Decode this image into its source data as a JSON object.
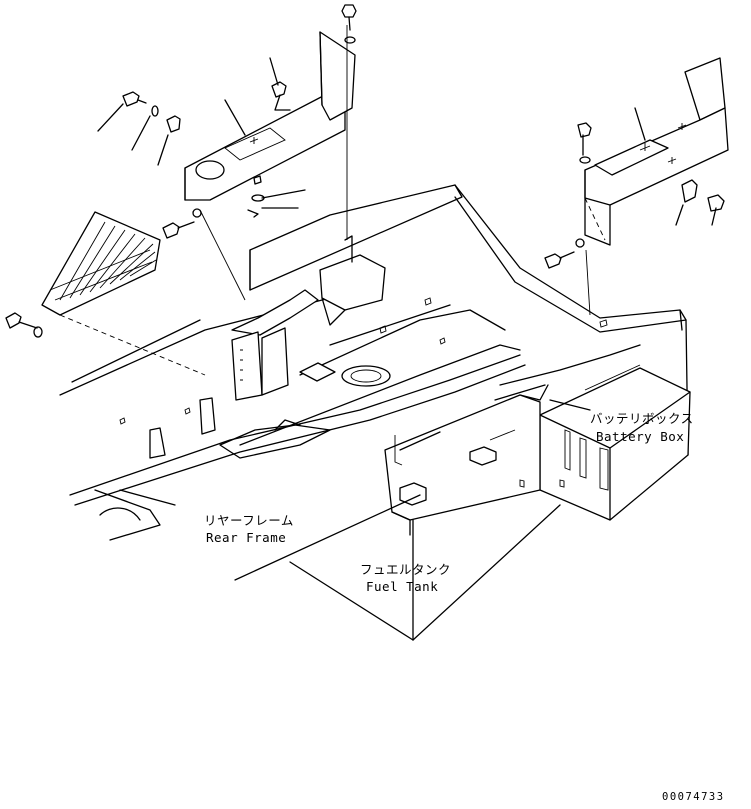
{
  "labels": {
    "battery_box_jp": "バッテリボックス",
    "battery_box_en": "Battery Box",
    "rear_frame_jp": "リヤーフレーム",
    "rear_frame_en": "Rear Frame",
    "fuel_tank_jp": "フュエルタンク",
    "fuel_tank_en": "Fuel Tank"
  },
  "drawing_code": "00074733"
}
